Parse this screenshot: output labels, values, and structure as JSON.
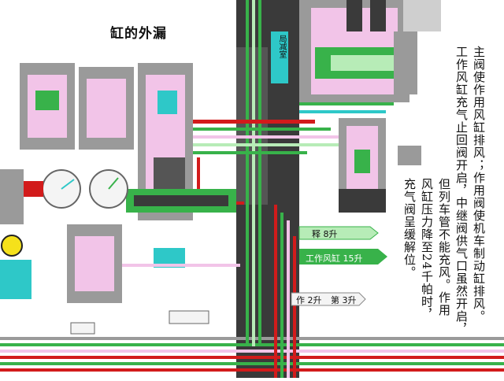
{
  "title": "缸的外漏",
  "description_lines": [
    "主阀使作用风缸排风；作用阀使机车制动缸排风。",
    "工作风缸充气止回阀开启，中继阀供气口虽然开启，",
    "但列车管不能充风。作用",
    "风缸压力降至24千帕时，",
    "充气阀呈缓解位。"
  ],
  "tags": {
    "release": "释 8升",
    "working_reservoir": "工作风缸 15升",
    "action": "作 2升",
    "brake": "第 3升",
    "chamber": "局减室"
  },
  "colors": {
    "pink": "#f2c4e8",
    "green": "#38b24a",
    "red": "#d21b1b",
    "cyan": "#2ec8c8",
    "gray": "#9a9a9a",
    "dark": "#3a3a3a",
    "lightgreen": "#b7ecb7"
  }
}
